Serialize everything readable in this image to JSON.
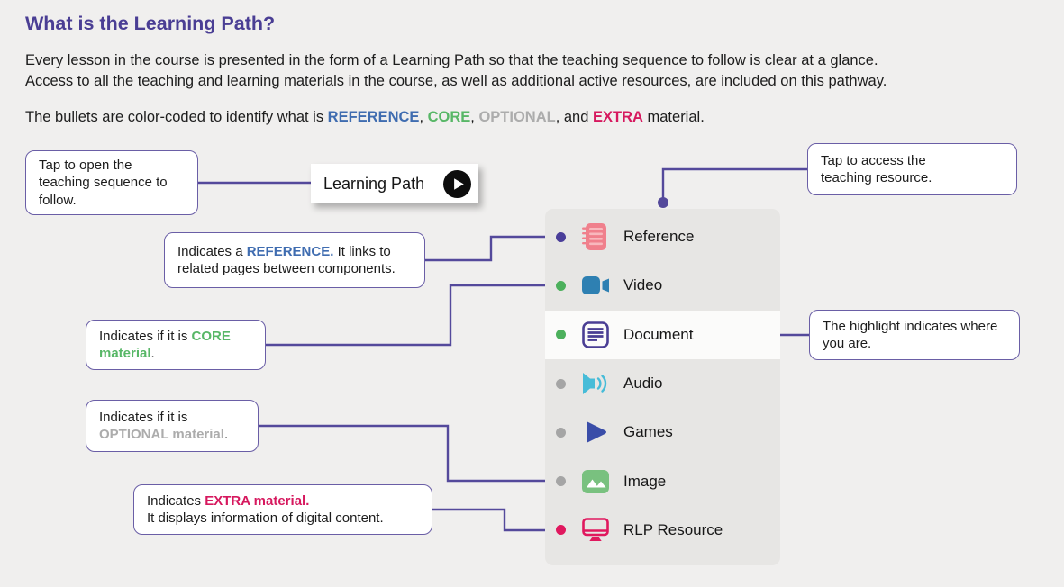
{
  "colors": {
    "accent_purple": "#4a3e94",
    "connector_purple": "#54499b",
    "reference_blue": "#3f6cb0",
    "core_green": "#58b767",
    "optional_gray": "#acacac",
    "extra_pink": "#d6185e",
    "panel_gray": "#e7e6e4",
    "highlight_row": "#fbfbfa"
  },
  "header": {
    "title": "What is the Learning Path?",
    "intro_line1": "Every lesson in the course is presented in the form of a Learning Path so that the teaching sequence to follow is clear at a glance.",
    "intro_line2": "Access to all the teaching and learning materials in the course, as well as additional active resources, are included on this pathway.",
    "legend": {
      "prefix": "The bullets are color-coded to identify what is ",
      "reference": "REFERENCE",
      "sep1": ", ",
      "core": "CORE",
      "sep2": ", ",
      "optional": "OPTIONAL",
      "sep3": ", and ",
      "extra": "EXTRA",
      "suffix": " material."
    }
  },
  "learning_path_button": {
    "label": "Learning Path",
    "icon": "play-icon"
  },
  "callouts": {
    "open_sequence": {
      "lines": [
        "Tap to open the",
        "teaching sequence to",
        "follow."
      ]
    },
    "access_resource": {
      "lines": [
        "Tap to access the",
        "teaching resource."
      ]
    },
    "reference": {
      "pre": "Indicates a ",
      "em": "REFERENCE.",
      "post": " It links to related pages between components."
    },
    "core": {
      "pre": "Indicates if it is ",
      "em": "CORE material",
      "post": "."
    },
    "optional": {
      "pre": "Indicates if it is ",
      "em": "OPTIONAL material",
      "post": "."
    },
    "extra": {
      "line1_pre": "Indicates ",
      "line1_em": "EXTRA material.",
      "line2": "It displays information of digital content."
    },
    "highlight": {
      "lines": [
        "The highlight indicates where",
        "you are."
      ]
    }
  },
  "menu": {
    "items": [
      {
        "label": "Reference",
        "icon": "notebook-icon",
        "bullet": "reference",
        "highlighted": false
      },
      {
        "label": "Video",
        "icon": "video-camera-icon",
        "bullet": "core",
        "highlighted": false
      },
      {
        "label": "Document",
        "icon": "document-icon",
        "bullet": "core",
        "highlighted": true
      },
      {
        "label": "Audio",
        "icon": "speaker-icon",
        "bullet": "optional",
        "highlighted": false
      },
      {
        "label": "Games",
        "icon": "play-triangle-icon",
        "bullet": "optional",
        "highlighted": false
      },
      {
        "label": "Image",
        "icon": "image-icon",
        "bullet": "optional",
        "highlighted": false
      },
      {
        "label": "RLP Resource",
        "icon": "monitor-icon",
        "bullet": "extra",
        "highlighted": false
      }
    ]
  }
}
